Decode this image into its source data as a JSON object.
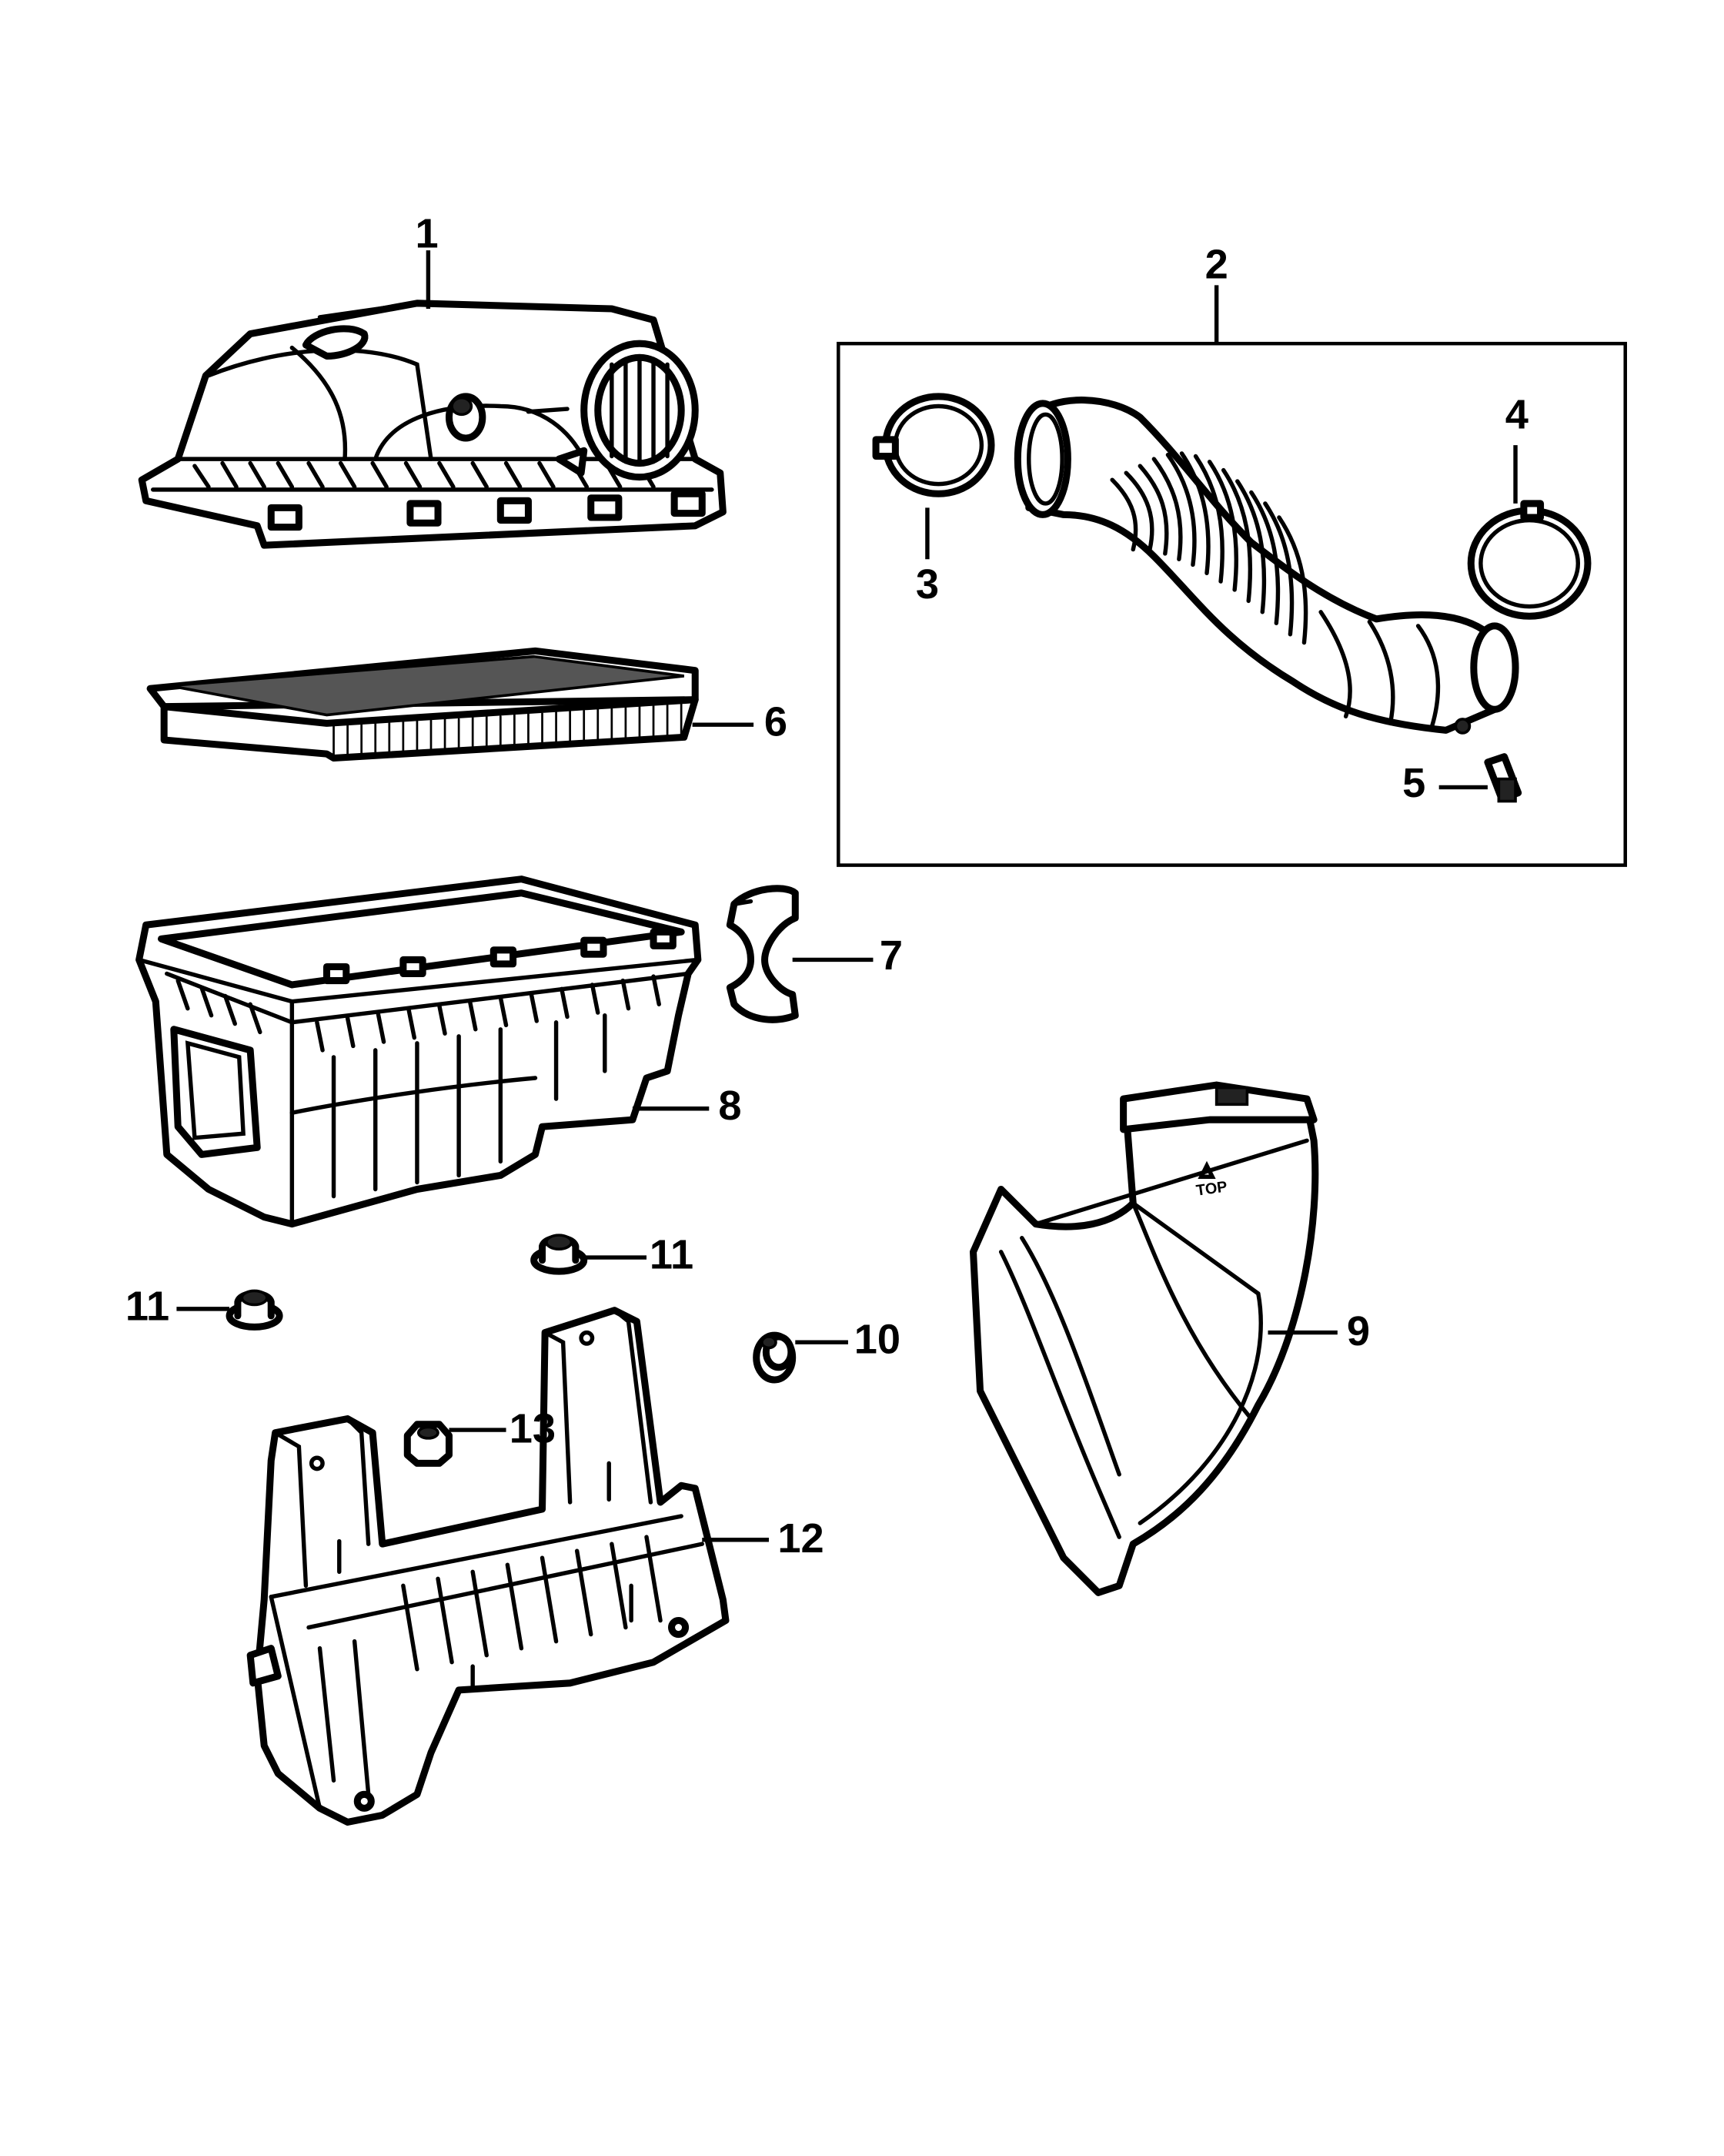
{
  "diagram": {
    "callouts": [
      {
        "id": "c1",
        "label": "1"
      },
      {
        "id": "c2",
        "label": "2"
      },
      {
        "id": "c3",
        "label": "3"
      },
      {
        "id": "c4",
        "label": "4"
      },
      {
        "id": "c5",
        "label": "5"
      },
      {
        "id": "c6",
        "label": "6"
      },
      {
        "id": "c7",
        "label": "7"
      },
      {
        "id": "c8",
        "label": "8"
      },
      {
        "id": "c9",
        "label": "9"
      },
      {
        "id": "c10",
        "label": "10"
      },
      {
        "id": "c11a",
        "label": "11"
      },
      {
        "id": "c11b",
        "label": "11"
      },
      {
        "id": "c12",
        "label": "12"
      },
      {
        "id": "c13",
        "label": "13"
      }
    ],
    "duct_marking": "TOP"
  }
}
